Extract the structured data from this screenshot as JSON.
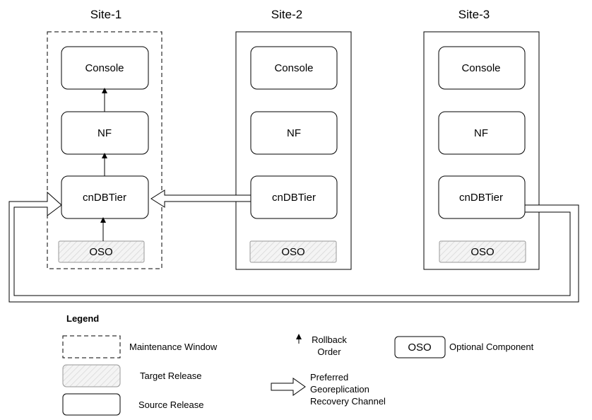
{
  "sites": [
    {
      "title": "Site-1",
      "components": [
        "Console",
        "NF",
        "cnDBTier"
      ],
      "optional": "OSO",
      "state": "maintenance"
    },
    {
      "title": "Site-2",
      "components": [
        "Console",
        "NF",
        "cnDBTier"
      ],
      "optional": "OSO",
      "state": "source"
    },
    {
      "title": "Site-3",
      "components": [
        "Console",
        "NF",
        "cnDBTier"
      ],
      "optional": "OSO",
      "state": "source"
    }
  ],
  "legend": {
    "title": "Legend",
    "maintenance_window": "Maintenance Window",
    "target_release": "Target Release",
    "source_release": "Source Release",
    "rollback_line1": "Rollback",
    "rollback_line2": "Order",
    "channel_line1": "Preferred",
    "channel_line2": "Georeplication",
    "channel_line3": "Recovery Channel",
    "optional_sample": "OSO",
    "optional_component": "Optional Component"
  }
}
